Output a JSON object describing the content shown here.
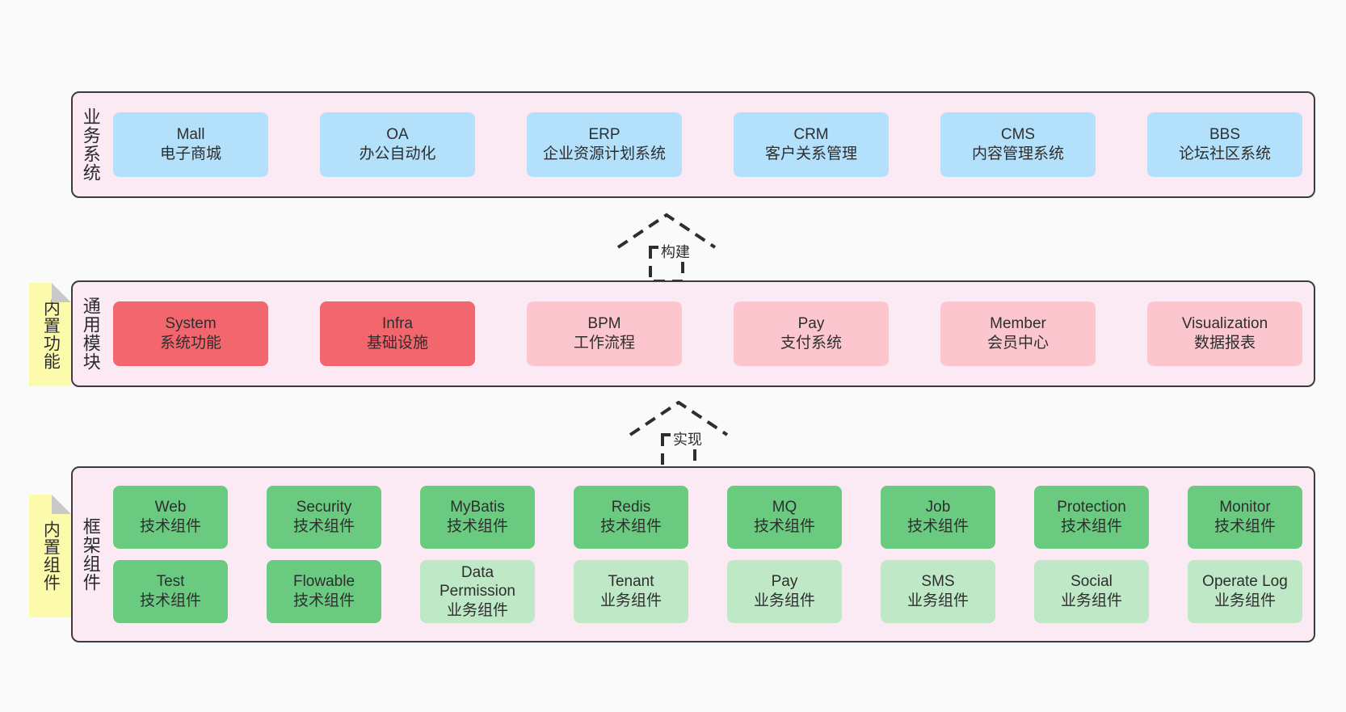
{
  "diagram": {
    "background_color": "#fafafa",
    "panel_color": "#fbeaf4",
    "panel_border_color": "#3c3c3c",
    "note_color": "#fbfbab",
    "note_fold_color": "#c9c9c9"
  },
  "layers": [
    {
      "id": "business-system",
      "title": "业务系统",
      "note": null,
      "card_color": "#b3e0fb",
      "rows": [
        {
          "cards": [
            {
              "name": "Mall",
              "sub": "电子商城",
              "color": "blue"
            },
            {
              "name": "OA",
              "sub": "办公自动化",
              "color": "blue"
            },
            {
              "name": "ERP",
              "sub": "企业资源计划系统",
              "color": "blue"
            },
            {
              "name": "CRM",
              "sub": "客户关系管理",
              "color": "blue"
            },
            {
              "name": "CMS",
              "sub": "内容管理系统",
              "color": "blue"
            },
            {
              "name": "BBS",
              "sub": "论坛社区系统",
              "color": "blue"
            }
          ]
        }
      ]
    },
    {
      "id": "common-module",
      "title": "通用模块",
      "note": "内置功能",
      "rows": [
        {
          "cards": [
            {
              "name": "System",
              "sub": "系统功能",
              "color": "red"
            },
            {
              "name": "Infra",
              "sub": "基础设施",
              "color": "red"
            },
            {
              "name": "BPM",
              "sub": "工作流程",
              "color": "pink"
            },
            {
              "name": "Pay",
              "sub": "支付系统",
              "color": "pink"
            },
            {
              "name": "Member",
              "sub": "会员中心",
              "color": "pink"
            },
            {
              "name": "Visualization",
              "sub": "数据报表",
              "color": "pink"
            }
          ]
        }
      ]
    },
    {
      "id": "framework-component",
      "title": "框架组件",
      "note": "内置组件",
      "rows": [
        {
          "cards": [
            {
              "name": "Web",
              "sub": "技术组件",
              "color": "green"
            },
            {
              "name": "Security",
              "sub": "技术组件",
              "color": "green"
            },
            {
              "name": "MyBatis",
              "sub": "技术组件",
              "color": "green"
            },
            {
              "name": "Redis",
              "sub": "技术组件",
              "color": "green"
            },
            {
              "name": "MQ",
              "sub": "技术组件",
              "color": "green"
            },
            {
              "name": "Job",
              "sub": "技术组件",
              "color": "green"
            },
            {
              "name": "Protection",
              "sub": "技术组件",
              "color": "green"
            },
            {
              "name": "Monitor",
              "sub": "技术组件",
              "color": "green"
            }
          ]
        },
        {
          "cards": [
            {
              "name": "Test",
              "sub": "技术组件",
              "color": "green"
            },
            {
              "name": "Flowable",
              "sub": "技术组件",
              "color": "green"
            },
            {
              "name": "Data Permission",
              "sub": "业务组件",
              "color": "lightgreen"
            },
            {
              "name": "Tenant",
              "sub": "业务组件",
              "color": "lightgreen"
            },
            {
              "name": "Pay",
              "sub": "业务组件",
              "color": "lightgreen"
            },
            {
              "name": "SMS",
              "sub": "业务组件",
              "color": "lightgreen"
            },
            {
              "name": "Social",
              "sub": "业务组件",
              "color": "lightgreen"
            },
            {
              "name": "Operate Log",
              "sub": "业务组件",
              "color": "lightgreen"
            }
          ]
        }
      ]
    }
  ],
  "connectors": [
    {
      "id": "build",
      "label": "构建",
      "from": "common-module",
      "to": "business-system"
    },
    {
      "id": "implement",
      "label": "实现",
      "from": "framework-component",
      "to": "common-module"
    }
  ]
}
